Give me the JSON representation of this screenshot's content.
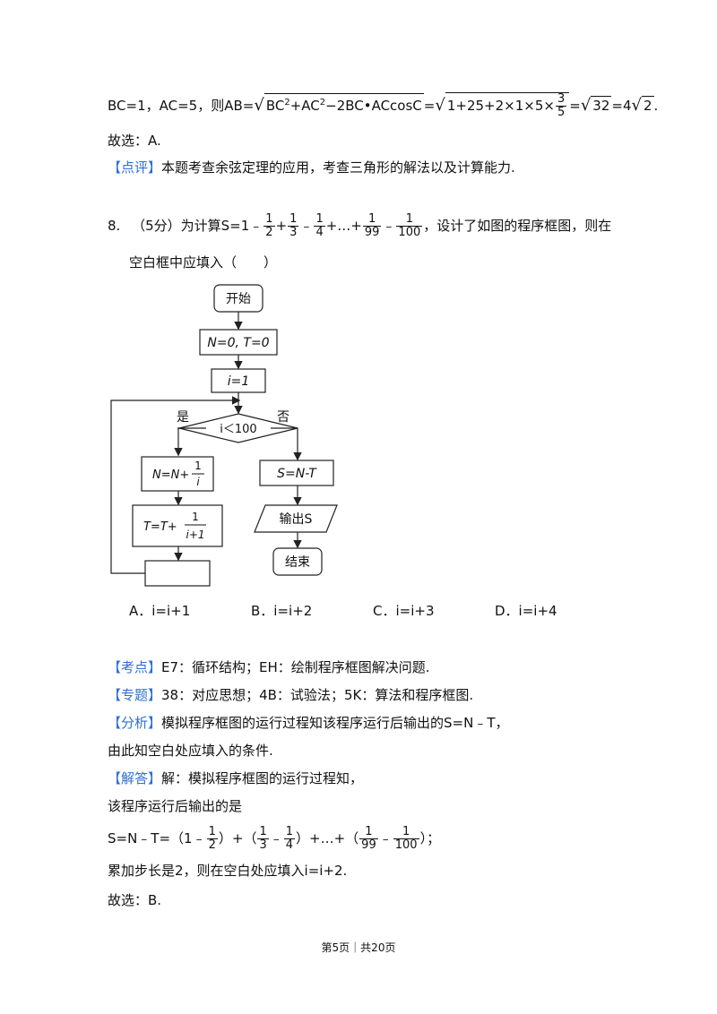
{
  "formula_line": {
    "prefix": "BC=1，AC=5，则AB=",
    "rad1_a": "BC",
    "rad1_b": "+AC",
    "rad1_c": "−2BC•ACcosC",
    "sup2": "2",
    "eq": "=",
    "rad2_a": "1+25+2×1×5×",
    "f35_num": "3",
    "f35_den": "5",
    "eq2": "=",
    "rad3": "32",
    "eq3": "=4",
    "rad4": "2",
    "end": "."
  },
  "choose_a": "故选：A.",
  "comment": {
    "tag": "【点评】",
    "text": "本题考查余弦定理的应用，考查三角形的解法以及计算能力."
  },
  "question": {
    "num": "8.",
    "score": "（5分）为计算S=1﹣",
    "plus1": "+",
    "minus1": "﹣",
    "plus2": "+…+",
    "minus2": "﹣",
    "tail": "，设计了如图的程序框图，则在",
    "line2": "空白框中应填入（　　）",
    "f": [
      {
        "n": "1",
        "d": "2"
      },
      {
        "n": "1",
        "d": "3"
      },
      {
        "n": "1",
        "d": "4"
      },
      {
        "n": "1",
        "d": "99"
      },
      {
        "n": "1",
        "d": "100"
      }
    ]
  },
  "flow": {
    "start": "开始",
    "init": "N=0, T=0",
    "i_init": "i=1",
    "cond": "i＜100",
    "yes": "是",
    "no": "否",
    "n_lhs": "N=N+",
    "n_frac_num": "1",
    "n_frac_den": "i",
    "t_lhs": "T=T+",
    "t_frac_num": "1",
    "t_frac_den": "i+1",
    "s_calc": "S=N-T",
    "output": "输出S",
    "end": "结束"
  },
  "options": [
    "A．i=i+1",
    "B．i=i+2",
    "C．i=i+3",
    "D．i=i+4"
  ],
  "analysis": {
    "kaodian_tag": "【考点】",
    "kaodian": "E7：循环结构；EH：绘制程序框图解决问题.",
    "zhuanti_tag": "【专题】",
    "zhuanti": "38：对应思想；4B：试验法；5K：算法和程序框图.",
    "fenxi_tag": "【分析】",
    "fenxi": "模拟程序框图的运行过程知该程序运行后输出的S=N﹣T，",
    "fenxi2": "由此知空白处应填入的条件.",
    "jieda_tag": "【解答】",
    "jieda": "解：模拟程序框图的运行过程知，",
    "jieda2": "该程序运行后输出的是",
    "s_lhs": "S=N﹣T=（1﹣",
    "s_p1": "）+（",
    "s_m1": "﹣",
    "s_p2": "）+…+（",
    "s_m2": "﹣",
    "s_end": "）；",
    "sf": [
      {
        "n": "1",
        "d": "2"
      },
      {
        "n": "1",
        "d": "3"
      },
      {
        "n": "1",
        "d": "4"
      },
      {
        "n": "1",
        "d": "99"
      },
      {
        "n": "1",
        "d": "100"
      }
    ],
    "step": "累加步长是2，则在空白处应填入i=i+2.",
    "choose": "故选：B."
  },
  "footer": "第5页｜共20页"
}
